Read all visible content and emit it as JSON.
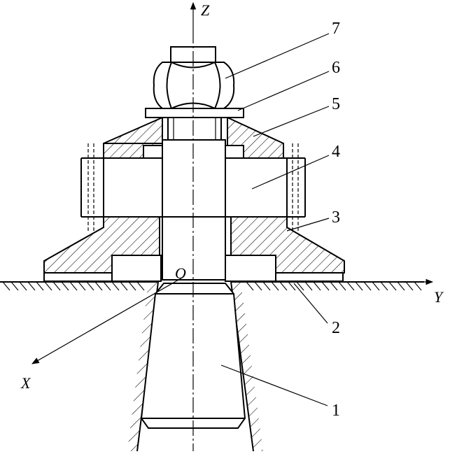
{
  "axes": {
    "z": "Z",
    "y": "Y",
    "x": "X",
    "origin": "O"
  },
  "parts": [
    {
      "id": "part-1",
      "label": "1"
    },
    {
      "id": "part-2",
      "label": "2"
    },
    {
      "id": "part-3",
      "label": "3"
    },
    {
      "id": "part-4",
      "label": "4"
    },
    {
      "id": "part-5",
      "label": "5"
    },
    {
      "id": "part-6",
      "label": "6"
    },
    {
      "id": "part-7",
      "label": "7"
    }
  ]
}
